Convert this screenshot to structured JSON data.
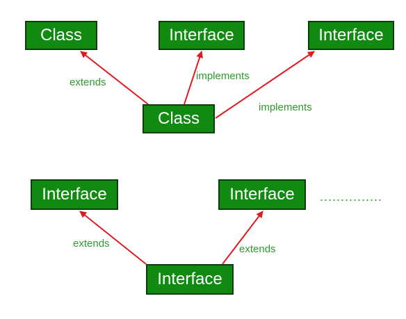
{
  "colors": {
    "box_fill": "#118a11",
    "box_border": "#0a3d0a",
    "box_text": "#ffffff",
    "arrow": "#e0191f",
    "label_text": "#2e9a2e"
  },
  "diagram1": {
    "nodes": {
      "class_parent": "Class",
      "interface_a": "Interface",
      "interface_b": "Interface",
      "class_child": "Class"
    },
    "edges": {
      "extends_label": "extends",
      "implements_a_label": "implements",
      "implements_b_label": "implements"
    }
  },
  "diagram2": {
    "nodes": {
      "interface_left": "Interface",
      "interface_right": "Interface",
      "interface_child": "Interface"
    },
    "edges": {
      "extends_left_label": "extends",
      "extends_right_label": "extends"
    },
    "continuation": "..............."
  }
}
